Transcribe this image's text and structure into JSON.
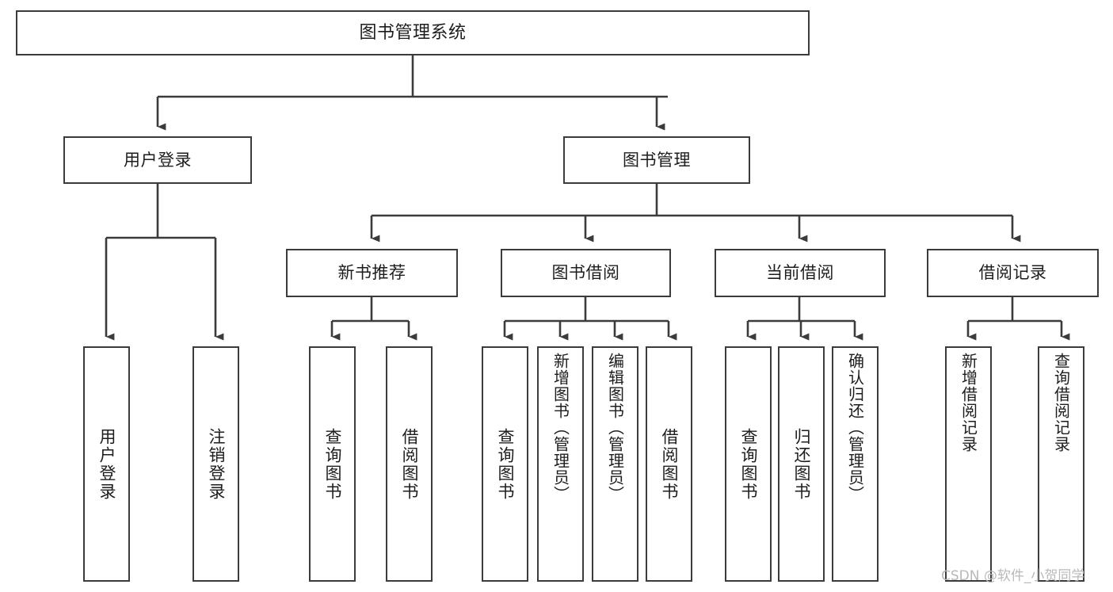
{
  "diagram": {
    "title": "图书管理系统",
    "type": "tree",
    "line_color": "#3b3b3b",
    "box_fill": "#ffffff",
    "text_color": "#1d1d1d",
    "watermark": "CSDN @软件_小贺同学",
    "root": {
      "id": "root",
      "label": "图书管理系统"
    },
    "level1": [
      {
        "id": "user-login",
        "label": "用户登录"
      },
      {
        "id": "book-manage",
        "label": "图书管理"
      }
    ],
    "level2": [
      {
        "id": "new-book-rec",
        "label": "新书推荐",
        "parent": "book-manage"
      },
      {
        "id": "book-borrow",
        "label": "图书借阅",
        "parent": "book-manage"
      },
      {
        "id": "current-borrow",
        "label": "当前借阅",
        "parent": "book-manage"
      },
      {
        "id": "borrow-record",
        "label": "借阅记录",
        "parent": "book-manage"
      }
    ],
    "leaves": [
      {
        "id": "leaf-user-login",
        "label": "用户登录",
        "parent": "user-login"
      },
      {
        "id": "leaf-logout",
        "label": "注销登录",
        "parent": "user-login"
      },
      {
        "id": "leaf-query-book-1",
        "label": "查询图书",
        "parent": "new-book-rec"
      },
      {
        "id": "leaf-borrow-book-1",
        "label": "借阅图书",
        "parent": "new-book-rec"
      },
      {
        "id": "leaf-query-book-2",
        "label": "查询图书",
        "parent": "book-borrow"
      },
      {
        "id": "leaf-add-book",
        "label": "新增图书（管理员）",
        "parent": "book-borrow"
      },
      {
        "id": "leaf-edit-book",
        "label": "编辑图书（管理员）",
        "parent": "book-borrow"
      },
      {
        "id": "leaf-borrow-book-2",
        "label": "借阅图书",
        "parent": "book-borrow"
      },
      {
        "id": "leaf-query-book-3",
        "label": "查询图书",
        "parent": "current-borrow"
      },
      {
        "id": "leaf-return-book",
        "label": "归还图书",
        "parent": "current-borrow"
      },
      {
        "id": "leaf-confirm-return",
        "label": "确认归还（管理员）",
        "parent": "current-borrow"
      },
      {
        "id": "leaf-add-record",
        "label": "新增借阅记录",
        "parent": "borrow-record"
      },
      {
        "id": "leaf-query-record",
        "label": "查询借阅记录",
        "parent": "borrow-record"
      }
    ]
  }
}
